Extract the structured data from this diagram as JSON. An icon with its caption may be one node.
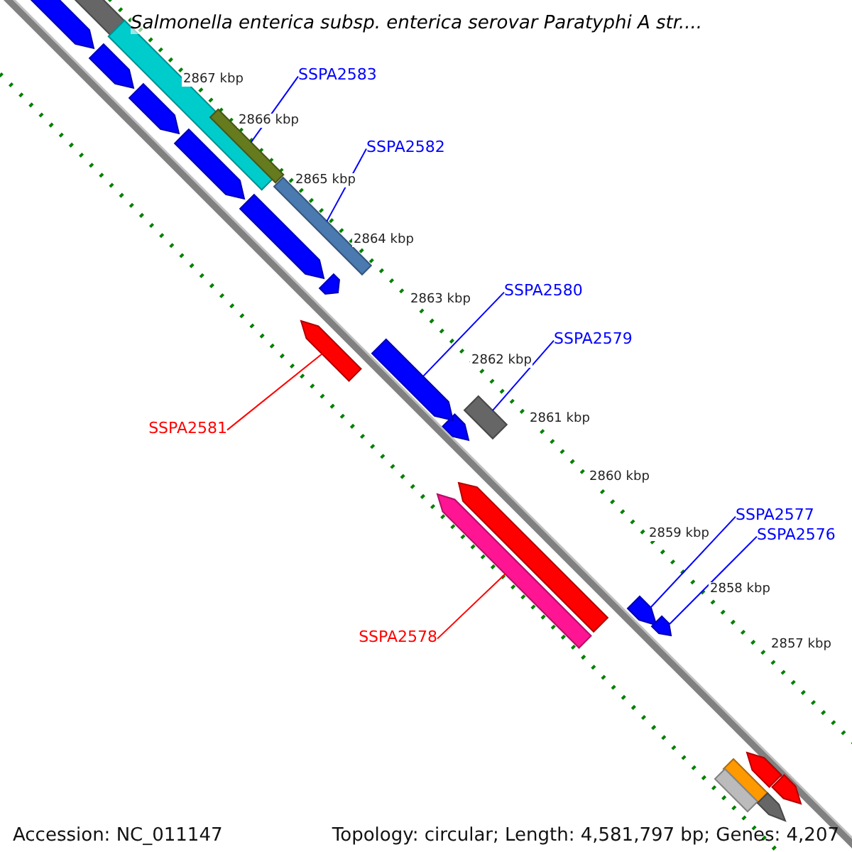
{
  "diagram": {
    "title": "Salmonella enterica subsp. enterica serovar Paratyphi A str....",
    "nodes": [
      {
        "text": [
          "SSPA2583"
        ]
      },
      {
        "text": [],
        "shape": "bar"
      },
      {
        "text": [
          "SSPA2582"
        ]
      },
      {
        "text": [],
        "shape": "bar"
      },
      {
        "text": [
          "SSPA2580"
        ]
      },
      {
        "text": [],
        "shape": "bar"
      },
      {
        "text": [
          "SSPA2579"
        ]
      },
      {
        "text": [],
        "shape": "bar"
      },
      {
        "text": [
          "SSPA2581"
        ]
      },
      {
        "text": [],
        "shape": "bar"
      },
      {
        "text": [
          "SSPA2577"
        ]
      },
      {
        "text": [
          "SSPA2576"
        ]
      },
      {
        "text": [],
        "shape": "bar"
      },
      {
        "text": [],
        "shape": "bar"
      },
      {
        "text": [
          "SSPA2578"
        ]
      },
      {
        "text": [],
        "shape": "bar"
      }
    ],
    "edges": [
      {
        "from": 0,
        "to": 1,
        "arrow": "none"
      },
      {
        "from": 2,
        "to": 3,
        "arrow": "none"
      },
      {
        "from": 4,
        "to": 5,
        "arrow": "none"
      },
      {
        "from": 6,
        "to": 7,
        "arrow": "none"
      },
      {
        "from": 8,
        "to": 9,
        "arrow": "none",
        "color": "#ff0000"
      },
      {
        "from": 10,
        "to": 12,
        "arrow": "none"
      },
      {
        "from": 11,
        "to": 13,
        "arrow": "none"
      },
      {
        "from": 14,
        "to": 15,
        "arrow": "none",
        "color": "#ff0000"
      }
    ],
    "labels": [
      "2867 kbp",
      "2866 kbp",
      "2865 kbp",
      "2864 kbp",
      "2863 kbp",
      "2862 kbp",
      "2861 kbp",
      "2860 kbp",
      "2859 kbp",
      "2858 kbp",
      "2857 kbp",
      "Accession: NC_011147",
      "Topology: circular; Length: 4,581,797 bp; Genes: 4,207"
    ]
  }
}
